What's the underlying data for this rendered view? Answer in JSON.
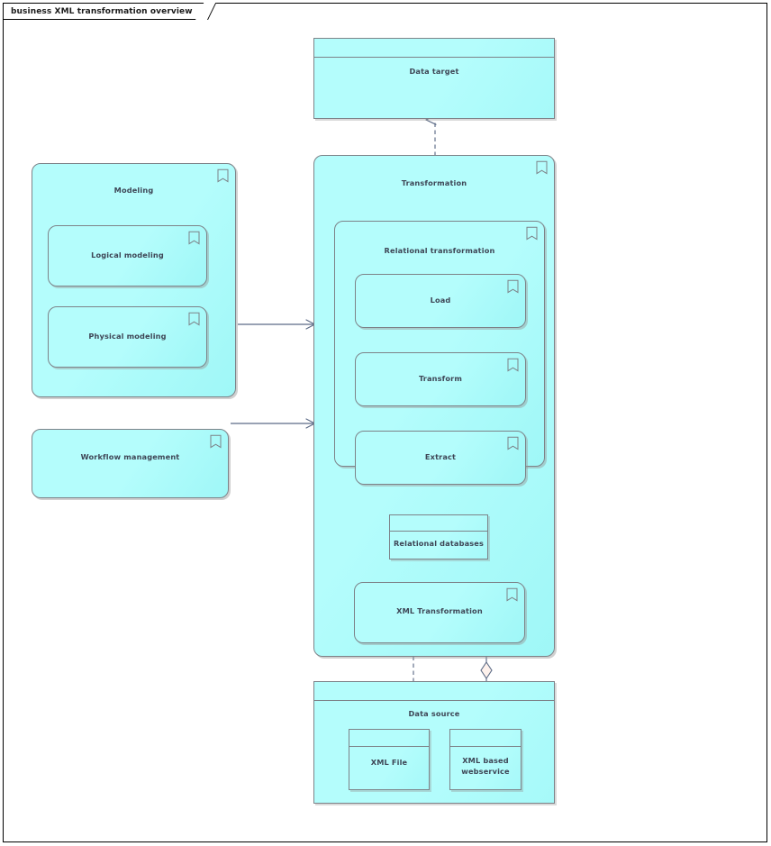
{
  "diagram": {
    "title": "business XML transformation overview",
    "colors": {
      "fill": "#b4fdfc",
      "fill_edge": "#9ff7f7",
      "border": "#7d8288",
      "text": "#3e4656",
      "relation": "#5c6b86",
      "frame": "#000000",
      "background": "#ffffff"
    },
    "icons": {
      "function": "capability-banner-icon"
    }
  },
  "nodes": {
    "data_target": {
      "label": "Data target",
      "type": "package",
      "icon": "package-icon"
    },
    "modeling": {
      "label": "Modeling",
      "type": "function",
      "icon": "capability-banner-icon",
      "children": [
        {
          "label": "Logical modeling",
          "type": "function",
          "icon": "capability-banner-icon"
        },
        {
          "label": "Physical modeling",
          "type": "function",
          "icon": "capability-banner-icon"
        }
      ]
    },
    "workflow_management": {
      "label": "Workflow management",
      "type": "function",
      "icon": "capability-banner-icon"
    },
    "transformation": {
      "label": "Transformation",
      "type": "function",
      "icon": "capability-banner-icon"
    },
    "relational_transformation": {
      "label": "Relational transformation",
      "type": "function",
      "icon": "capability-banner-icon"
    },
    "load": {
      "label": "Load",
      "type": "function",
      "icon": "capability-banner-icon"
    },
    "transform": {
      "label": "Transform",
      "type": "function",
      "icon": "capability-banner-icon"
    },
    "extract": {
      "label": "Extract",
      "type": "function",
      "icon": "capability-banner-icon"
    },
    "relational_databases": {
      "label": "Relational databases",
      "type": "package",
      "icon": "package-icon"
    },
    "xml_transformation": {
      "label": "XML Transformation",
      "type": "function",
      "icon": "capability-banner-icon"
    },
    "data_source": {
      "label": "Data source",
      "type": "package",
      "icon": "package-icon",
      "children": [
        {
          "label": "XML File",
          "type": "package",
          "icon": "package-icon"
        },
        {
          "label": "XML based webservice",
          "type": "package",
          "icon": "package-icon"
        }
      ]
    }
  },
  "relations": [
    {
      "from": "relational_transformation",
      "to": "data_target",
      "style": "dashed",
      "arrow": "hollow-triangle",
      "name": "realization"
    },
    {
      "from": "extract",
      "to": "transform",
      "style": "dashed",
      "arrow": "filled-triangle",
      "name": "triggering"
    },
    {
      "from": "transform",
      "to": "load",
      "style": "dashed",
      "arrow": "filled-triangle",
      "name": "triggering"
    },
    {
      "from": "relational_databases",
      "to": "relational_transformation",
      "style": "dashed",
      "arrow": "hollow-triangle",
      "name": "realization"
    },
    {
      "from": "xml_transformation",
      "to": "relational_databases",
      "style": "dashed",
      "arrow": "hollow-triangle",
      "name": "realization"
    },
    {
      "from": "data_source",
      "to": "xml_transformation",
      "style": "dashed",
      "arrow": "hollow-triangle",
      "name": "realization"
    },
    {
      "from": "relational_databases",
      "to": "data_source",
      "style": "solid",
      "arrow": "hollow-diamond",
      "name": "aggregation"
    },
    {
      "from": "physical_modeling",
      "to": "transformation",
      "style": "solid",
      "arrow": "open-arrow",
      "name": "serving"
    },
    {
      "from": "workflow_management",
      "to": "transformation",
      "style": "solid",
      "arrow": "open-arrow",
      "name": "serving"
    }
  ]
}
